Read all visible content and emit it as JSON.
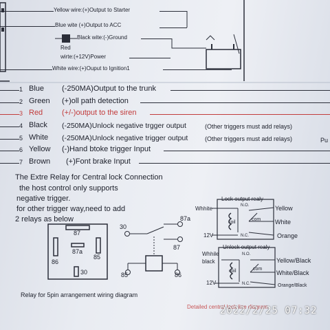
{
  "top_wires": [
    {
      "id": "starter",
      "label": "Yellow wire:(+)Output to Starter"
    },
    {
      "id": "acc",
      "label": "Blue wite (+)Output to ACC"
    },
    {
      "id": "ground",
      "label": "Black wite:(-)Ground"
    },
    {
      "id": "power_a",
      "label": "Red"
    },
    {
      "id": "power_b",
      "label": "wirte:(+12V)Power"
    },
    {
      "id": "ignition",
      "label": "White wire:(+)Ouput to Ignition1"
    }
  ],
  "pins": [
    {
      "num": "1",
      "color": "Blue",
      "desc": "(-250MA)Output to the trunk",
      "note": ""
    },
    {
      "num": "2",
      "color": "Green",
      "desc": "(+)oll path detection",
      "note": ""
    },
    {
      "num": "3",
      "color": "Red",
      "desc": "(+/-)output to the siren",
      "note": ""
    },
    {
      "num": "4",
      "color": "Black",
      "desc": "(-250MA)Unlock negative trgger output",
      "note": "(Other triggers must add relays)"
    },
    {
      "num": "5",
      "color": "White",
      "desc": "(-250MA)Unlock negative trigger output",
      "note": "(Other triggers must add relays)"
    },
    {
      "num": "6",
      "color": "Yellow",
      "desc": "(-)Hand btoke trigger Input",
      "note": ""
    },
    {
      "num": "7",
      "color": "Brown",
      "desc": "(+)Font brake Input",
      "note": ""
    }
  ],
  "side_fragment": "Pu",
  "extra_relay_text": [
    "The Extre Relay for Central lock Connection",
    "the host control only supports",
    "negative trigger.",
    "for other trigger way,need to add",
    "2 relays as below"
  ],
  "relay_pins": {
    "p87": "87",
    "p87a": "87a",
    "p86": "86",
    "p85": "85",
    "p30": "30"
  },
  "schematic_pins": {
    "p30": "30",
    "p87a": "87a",
    "p87": "87",
    "p85": "85",
    "p86": "86"
  },
  "relay_caption": "Relay for 5pin arrangement  wiring diagram",
  "lock_panel": {
    "title": "Lock output realy",
    "left_top": "Whhite",
    "left_bottom": "12V",
    "right_top": "Yellow",
    "right_mid": "White",
    "right_bottom": "Orange",
    "no": "N.O.",
    "nc": "N.C.",
    "coil": "coil",
    "com": "com"
  },
  "unlock_panel": {
    "title": "Unlock output realy",
    "left_top_a": "Whhile",
    "left_top_b": "black",
    "left_bottom": "12V",
    "right_top": "Yellow/Black",
    "right_mid": "White/Black",
    "right_bottom": "Orange/Black",
    "no": "N.O.",
    "nc": "N.C.",
    "coil": "coil",
    "com": "com"
  },
  "bottom_fragment": "Detailed central lock line diagram",
  "timestamp": "2022/2/25  07:32",
  "colors": {
    "red_wire": "#c23b3b",
    "ink": "#1c1f2a",
    "paper": "#e9ecf2"
  }
}
